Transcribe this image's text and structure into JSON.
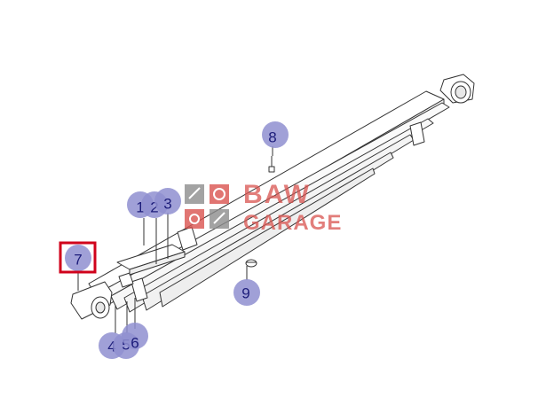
{
  "callouts": [
    {
      "id": "1",
      "label": "1"
    },
    {
      "id": "2",
      "label": "2"
    },
    {
      "id": "3",
      "label": "3"
    },
    {
      "id": "4",
      "label": "4"
    },
    {
      "id": "5",
      "label": "5"
    },
    {
      "id": "6",
      "label": "6"
    },
    {
      "id": "7",
      "label": "7"
    },
    {
      "id": "8",
      "label": "8"
    },
    {
      "id": "9",
      "label": "9"
    }
  ],
  "selected_callout": "7",
  "watermark": {
    "line1": "BAW",
    "line2": "GARAGE"
  },
  "colors": {
    "callout_fill": "#8f8fd0",
    "callout_text": "#1c1c7a",
    "highlight": "#d0021b",
    "watermark": "#d9534f",
    "line": "#333333"
  }
}
